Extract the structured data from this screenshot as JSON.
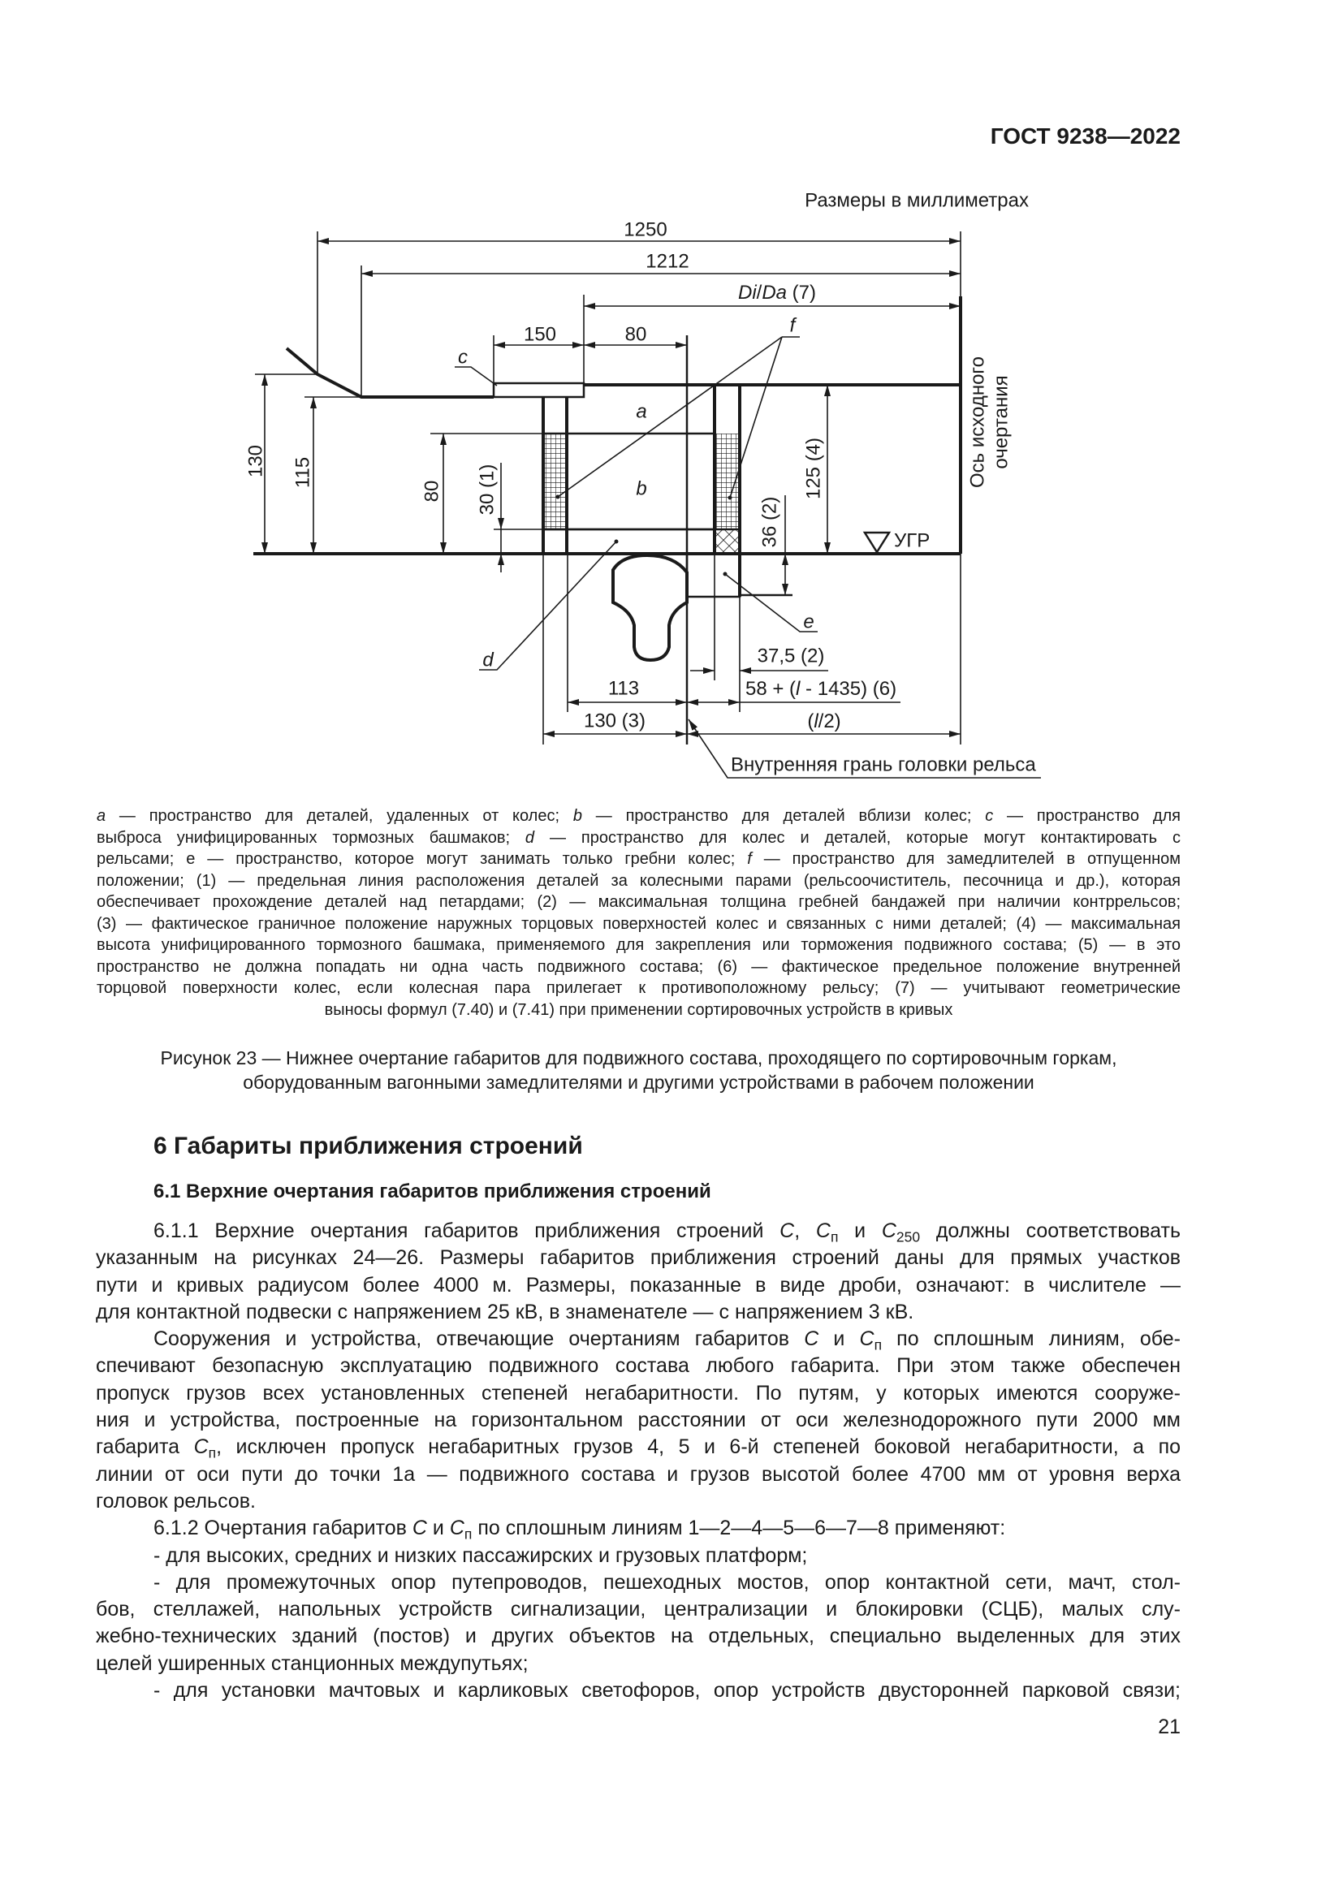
{
  "header": {
    "doc_id": "ГОСТ 9238—2022"
  },
  "figure": {
    "units_note": "Размеры в миллиметрах",
    "dims": {
      "d1250": "1250",
      "d1212": "1212",
      "dida": {
        "a": "Di",
        "sep": "/",
        "b": "Da",
        "suffix": " (7)"
      },
      "d150": "150",
      "d80_top": "80",
      "d130": "130",
      "d115": "115",
      "d80_left": "80",
      "d30": "30 (1)",
      "d125": "125 (4)",
      "d36": "36 (2)",
      "d37": "37,5 (2)",
      "d113": "113",
      "d58": {
        "pre": "58 + (",
        "var": "l",
        "post": " - 1435) (6)"
      },
      "d130_3": "130 (3)",
      "dhalf": {
        "pre": "(",
        "var": "l",
        "post": "/2)"
      }
    },
    "labels": {
      "a": "a",
      "b": "b",
      "c": "c",
      "d": "d",
      "e": "e",
      "f": "f",
      "ugr": "УГР",
      "axis_line1": "Ось исходного",
      "axis_line2": "очертания",
      "rail_face": "Внутренняя грань головки рельса"
    },
    "legend_lines": [
      [
        {
          "i": "a"
        },
        " — пространство для деталей, удаленных от колес; ",
        {
          "i": "b"
        },
        " — пространство для деталей вблизи колес; ",
        {
          "i": "c"
        },
        " — пространство для"
      ],
      [
        "выброса унифицированных тормозных башмаков;  ",
        {
          "i": "d"
        },
        " — пространство для колес и деталей, которые могут контактировать с"
      ],
      [
        "рельсами; е — пространство, которое могут занимать только гребни колес; ",
        {
          "i": "f"
        },
        " — пространство для замедлителей в отпущенном"
      ],
      [
        "положении; (1) — предельная линия расположения деталей за колесными парами (рельсоочиститель, песочница и др.), которая"
      ],
      [
        "обеспечивает прохождение деталей над петардами;  (2) — максимальная толщина гребней бандажей при наличии контррельсов;"
      ],
      [
        "(3) — фактическое граничное положение наружных торцовых поверхностей колес и связанных с ними деталей;  (4) — максимальная"
      ],
      [
        "высота унифицированного тормозного башмака, применяемого для закрепления или торможения подвижного состава; (5) — в это"
      ],
      [
        "пространство не должна попадать ни одна часть подвижного состава; (6) — фактическое предельное положение внутренней"
      ],
      [
        "торцовой поверхности колес, если колесная пара прилегает к противоположному рельсу;  (7) — учитывают геометрические"
      ],
      [
        "выносы формул (7.40) и (7.41) при применении сортировочных устройств в кривых"
      ]
    ],
    "caption_lines": [
      "Рисунок 23 — Нижнее очертание габаритов для подвижного состава, проходящего по сортировочным горкам,",
      "оборудованным вагонными замедлителями и другими устройствами в рабочем положении"
    ]
  },
  "section": {
    "title": "6 Габариты приближения строений",
    "subsection_title": "6.1 Верхние очертания габаритов приближения строений",
    "paragraphs": [
      {
        "lines": [
          [
            "6.1.1 Верхние очертания габаритов приближения строений ",
            {
              "i": "C"
            },
            ", ",
            {
              "i": "C"
            },
            {
              "sub": "п"
            },
            " и ",
            {
              "i": "C"
            },
            {
              "sub": "250"
            },
            " должны соответствовать"
          ],
          [
            "указанным на рисунках 24—26. Размеры габаритов приближения строений даны для прямых участков"
          ],
          [
            "пути и кривых радиусом более 4000 м. Размеры, показанные в виде дроби, означают: в числителе —"
          ],
          [
            "для контактной подвески с напряжением 25 кВ, в знаменателе — с напряжением 3 кВ."
          ]
        ]
      },
      {
        "lines": [
          [
            "Сооружения и устройства, отвечающие очертаниям габаритов ",
            {
              "i": "C"
            },
            " и ",
            {
              "i": "C"
            },
            {
              "sub": "п"
            },
            " по сплошным линиям, обе-"
          ],
          [
            "спечивают безопасную эксплуатацию подвижного состава любого габарита. При этом также обеспечен"
          ],
          [
            "пропуск грузов всех установленных степеней негабаритности. По путям, у которых имеются сооруже-"
          ],
          [
            "ния и устройства, построенные на горизонтальном расстоянии от оси железнодорожного пути 2000 мм"
          ],
          [
            "габарита ",
            {
              "i": "C"
            },
            {
              "sub": "п"
            },
            ", исключен пропуск негабаритных грузов 4, 5 и 6-й степеней боковой негабаритности, а по"
          ],
          [
            "линии от оси пути до точки 1а — подвижного состава и грузов высотой более 4700 мм от уровня верха"
          ],
          [
            "головок рельсов."
          ]
        ]
      },
      {
        "lines": [
          [
            "6.1.2 Очертания габаритов ",
            {
              "i": "C"
            },
            " и ",
            {
              "i": "C"
            },
            {
              "sub": "п"
            },
            " по сплошным линиям 1—2—4—5—6—7—8 применяют:"
          ]
        ]
      },
      {
        "lines": [
          [
            "- для высоких, средних и низких пассажирских и грузовых платформ;"
          ]
        ]
      },
      {
        "lines": [
          [
            "- для промежуточных опор путепроводов, пешеходных мостов, опор контактной сети, мачт, стол-"
          ],
          [
            "бов, стеллажей, напольных устройств сигнализации, централизации и блокировки (СЦБ), малых слу-"
          ],
          [
            "жебно-технических зданий (постов) и других объектов на отдельных, специально выделенных для этих"
          ],
          [
            "целей уширенных станционных междупутьях;"
          ]
        ]
      },
      {
        "continues": true,
        "lines": [
          [
            "- для установки мачтовых и карликовых светофоров, опор устройств двусторонней парковой связи;"
          ]
        ]
      }
    ]
  },
  "page_number": "21"
}
